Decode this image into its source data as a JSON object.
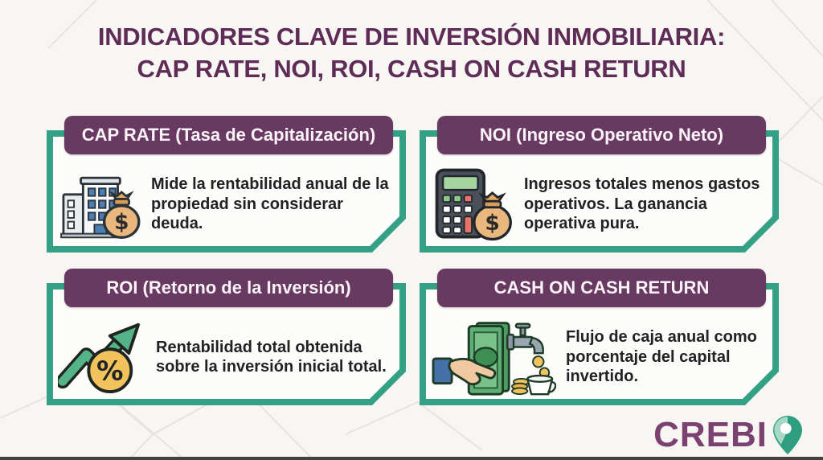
{
  "title": {
    "line1": "INDICADORES CLAVE DE INVERSIÓN INMOBILIARIA:",
    "line2": "CAP RATE, NOI, ROI, CASH ON CASH RETURN"
  },
  "cards": [
    {
      "header": "CAP RATE (Tasa de Capitalización)",
      "description": "Mide la rentabilidad anual de la propiedad sin considerar deuda.",
      "icon": "building-money-bag-icon"
    },
    {
      "header": "NOI (Ingreso Operativo Neto)",
      "description": "Ingresos totales menos gastos operativos. La ganancia operativa pura.",
      "icon": "calculator-money-bag-icon"
    },
    {
      "header": "ROI (Retorno de la Inversión)",
      "description": "Rentabilidad total obtenida sobre la inversión inicial total.",
      "icon": "growth-arrow-percent-icon"
    },
    {
      "header": "CASH ON CASH RETURN",
      "description": "Flujo de caja anual como porcentaje del capital invertido.",
      "icon": "cash-hand-faucet-icon"
    }
  ],
  "logo": {
    "text": "CREBI",
    "icon": "location-pin-icon"
  },
  "colors": {
    "title_purple": "#5e2c56",
    "badge_purple": "#693a61",
    "badge_text": "#faf3f8",
    "card_border_green": "#34a186",
    "card_background": "#fcfcfa",
    "body_text": "#242122",
    "logo_purple": "#7b4170",
    "pin_green_dark": "#2f9e7f",
    "pin_green_light": "#a9d9c6",
    "page_background": "#f7f6f3"
  }
}
